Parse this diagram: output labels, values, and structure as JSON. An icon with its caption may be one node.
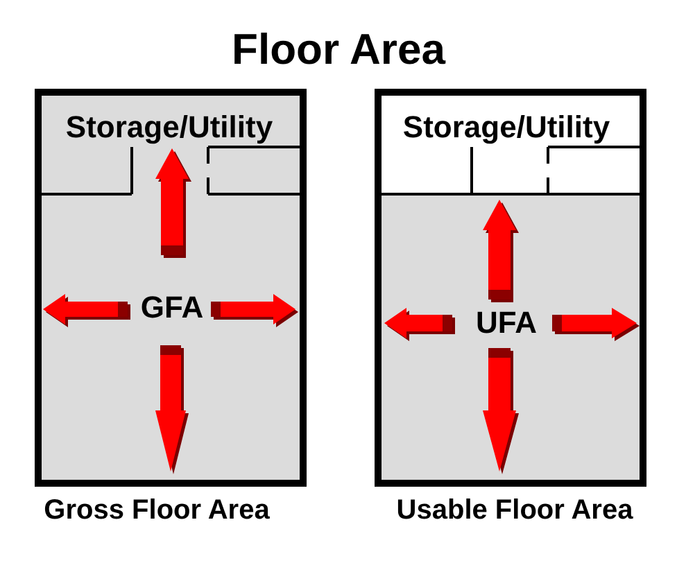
{
  "diagram": {
    "title": "Floor Area",
    "nodes": [
      {
        "text": [
          "GFA"
        ],
        "beside": [
          "Gross Floor Area"
        ]
      },
      {
        "text": [
          "Storage/Utility"
        ],
        "in": 0
      },
      {
        "text": [],
        "shape": "box",
        "beside": [
          "Usable Floor Area"
        ]
      },
      {
        "text": [
          "Storage/Utility"
        ],
        "in": 2
      },
      {
        "text": [
          "UFA"
        ],
        "in": 2
      }
    ]
  }
}
